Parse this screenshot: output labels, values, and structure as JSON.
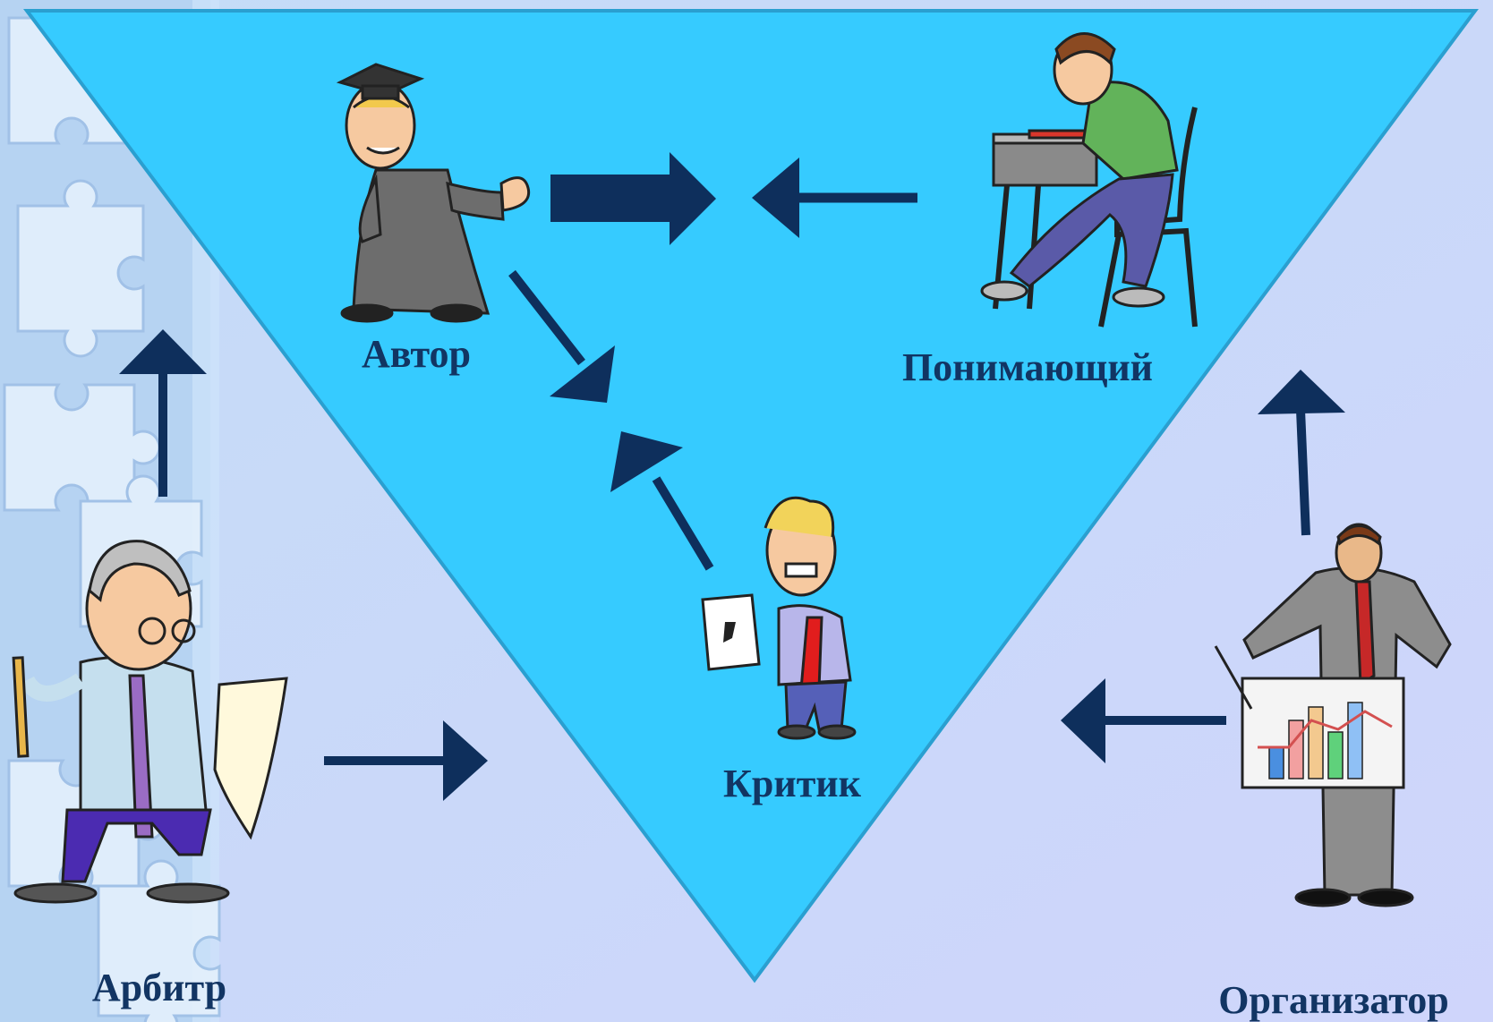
{
  "colors": {
    "background": "#c9dcf6",
    "triangle_fill": "#36cbff",
    "triangle_stroke": "#2a9fd0",
    "arrow": "#0e2f5c",
    "label": "#123563",
    "puzzle_strip": "#a7c8ee",
    "puzzle_piece": "#dbe9fa"
  },
  "roles": {
    "author": "Автор",
    "understanding": "Понимающий",
    "critic": "Критик",
    "arbiter": "Арбитр",
    "organizer": "Организатор"
  },
  "figures": {
    "author": "scholar-in-gown-figure",
    "understanding": "student-at-desk-figure",
    "critic": "nervous-critic-figure",
    "arbiter": "angry-arbiter-figure",
    "organizer": "presenter-with-chart-figure"
  },
  "arrows": [
    {
      "from": "author",
      "to": "center",
      "style": "thick-block"
    },
    {
      "from": "understanding",
      "to": "center",
      "style": "thin"
    },
    {
      "from": "author",
      "to": "center-lower",
      "style": "thin"
    },
    {
      "from": "critic",
      "to": "center-lower",
      "style": "thin"
    },
    {
      "from": "arbiter",
      "to": "up",
      "style": "thin"
    },
    {
      "from": "arbiter",
      "to": "center",
      "style": "thin"
    },
    {
      "from": "organizer",
      "to": "up",
      "style": "thin"
    },
    {
      "from": "organizer",
      "to": "center",
      "style": "thin"
    }
  ]
}
